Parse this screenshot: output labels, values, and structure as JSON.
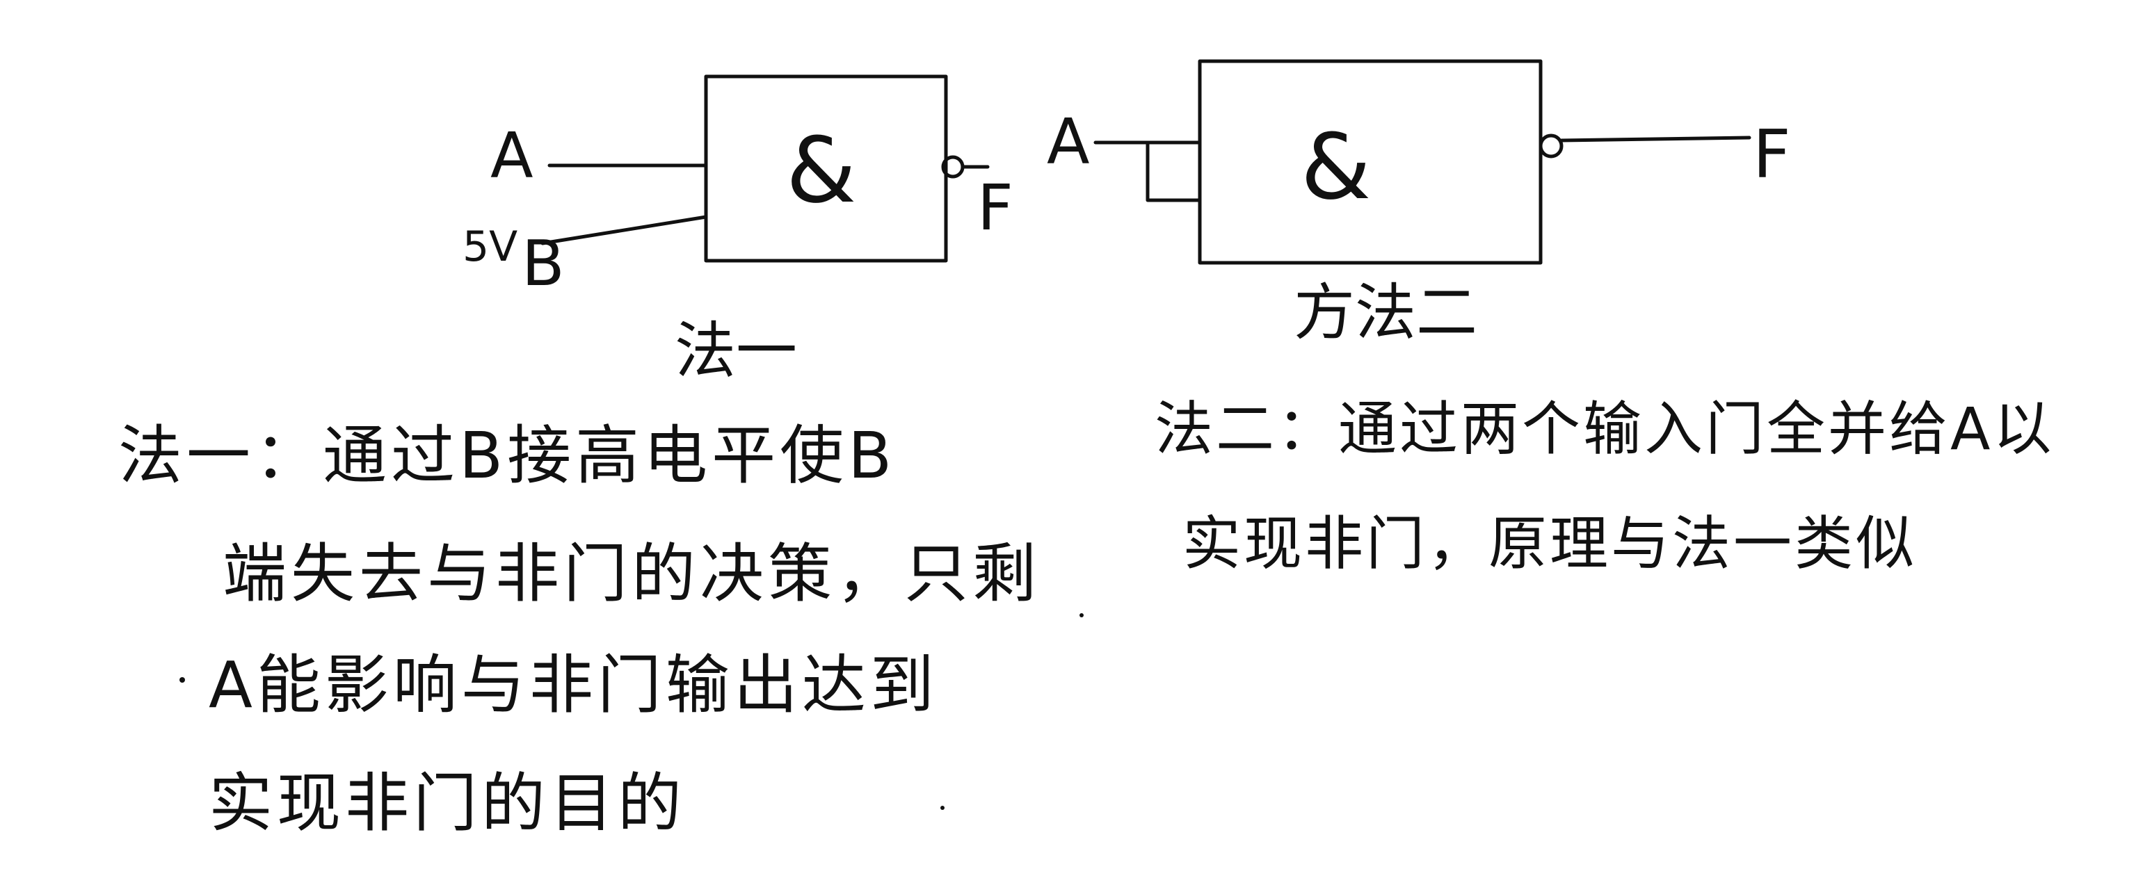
{
  "diagram1": {
    "input_a": "A",
    "input_b": "B",
    "b_tie_label": "5V",
    "gate_symbol": "&",
    "output": "F",
    "caption": "法一"
  },
  "diagram2": {
    "input_a": "A",
    "gate_symbol": "&",
    "output": "F",
    "caption": "方法二"
  },
  "method1_text": {
    "line1": "法一：通过B接高电平使B",
    "line2": "端失去与非门的决策，只剩",
    "line3": "A能影响与非门输出达到",
    "line4": "实现非门的目的"
  },
  "method2_text": {
    "line1": "法二：通过两个输入门全并给A以",
    "line2": "实现非门，原理与法一类似"
  },
  "colors": {
    "ink": "#111111",
    "paper": "#ffffff"
  }
}
